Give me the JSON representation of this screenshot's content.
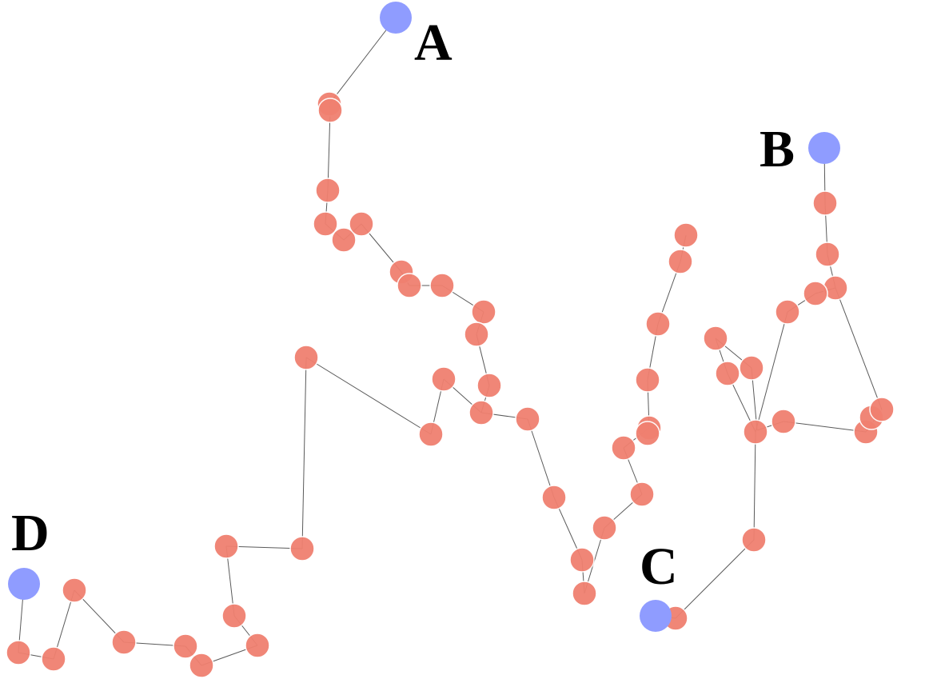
{
  "diagram": {
    "type": "node-link path",
    "colors": {
      "background": "#ffffff",
      "node": "#f08070",
      "endpoint": "#8f9cff",
      "edge": "#5a5a5a",
      "label": "#000000"
    },
    "labels": {
      "a": "A",
      "b": "B",
      "c": "C",
      "d": "D"
    }
  }
}
